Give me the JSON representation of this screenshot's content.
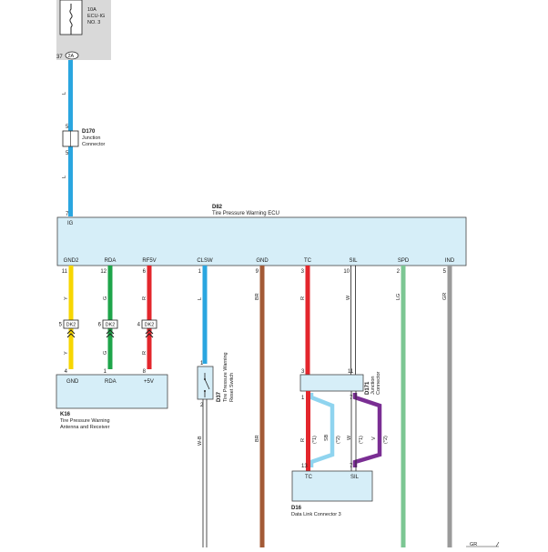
{
  "fuse": {
    "rating": "10A",
    "name_1": "ECU-IG",
    "name_2": "NO. 3",
    "pin": "37",
    "connector": "2A"
  },
  "d170": {
    "code": "D170",
    "line1": "Junction",
    "line2": "Connector",
    "pin_top": "5",
    "pin_bottom": "5"
  },
  "wire_top_color": "L",
  "d82": {
    "code": "D82",
    "title": "Tire Pressure Warning ECU",
    "ig_label": "IG",
    "ig_pin": "7"
  },
  "terminals": [
    {
      "label": "GND2",
      "pin": "11",
      "wire": "Y",
      "color": "#f7d600"
    },
    {
      "label": "RDA",
      "pin": "12",
      "wire": "G",
      "color": "#1ea54a"
    },
    {
      "label": "RF5V",
      "pin": "6",
      "wire": "R",
      "color": "#e3262c"
    },
    {
      "label": "CLSW",
      "pin": "1",
      "wire": "L",
      "color": "#2aa6e0"
    },
    {
      "label": "GND",
      "pin": "9",
      "wire": "BR",
      "color": "#a35a36"
    },
    {
      "label": "TC",
      "pin": "3",
      "wire": "R",
      "color": "#e3262c"
    },
    {
      "label": "SIL",
      "pin": "10",
      "wire": "W",
      "color": "#ffffff"
    },
    {
      "label": "SPD",
      "pin": "2",
      "wire": "LG",
      "color": "#7cc793"
    },
    {
      "label": "IND",
      "pin": "5",
      "wire": "GR",
      "color": "#9a9a9a"
    }
  ],
  "dk2": [
    {
      "side_pin": "5",
      "code": "DK2",
      "wire": "Y",
      "bottom_pin": "4"
    },
    {
      "side_pin": "6",
      "code": "DK2",
      "wire": "G",
      "bottom_pin": "1"
    },
    {
      "side_pin": "4",
      "code": "DK2",
      "wire": "R",
      "bottom_pin": "8"
    }
  ],
  "k16": {
    "code": "K16",
    "line1": "Tire Pressure Warning",
    "line2": "Antenna and Receiver",
    "pins": [
      "GND",
      "RDA",
      "+5V"
    ]
  },
  "d37": {
    "code": "D37",
    "line1": "Tire Pressure Warning",
    "line2": "Reset Switch",
    "pin_top": "1",
    "pin_bottom": "2",
    "wire_below": "W-B"
  },
  "d171": {
    "code": "D171",
    "line1": "Junction",
    "line2": "Connector",
    "pin_top_left": "3",
    "pin_top_right": "11",
    "pin_mid_left": "1",
    "pin_mid_right": "7"
  },
  "twist": {
    "sb": "SB",
    "sb_tag": "(*1)",
    "sb_tag2": "(*2)",
    "v": "V",
    "v_tag": "(*1)",
    "v_tag2": "(*2)",
    "r": "R",
    "r_tag": "(*1)",
    "w": "W",
    "w_tag": "(*2)"
  },
  "d16": {
    "code": "D16",
    "title": "Data Link Connector 3",
    "tc": "TC",
    "sil": "SIL",
    "pin_tc": "13",
    "pin_sil": "7"
  },
  "gnd_wire_label": "BR",
  "footer_label": "GR"
}
